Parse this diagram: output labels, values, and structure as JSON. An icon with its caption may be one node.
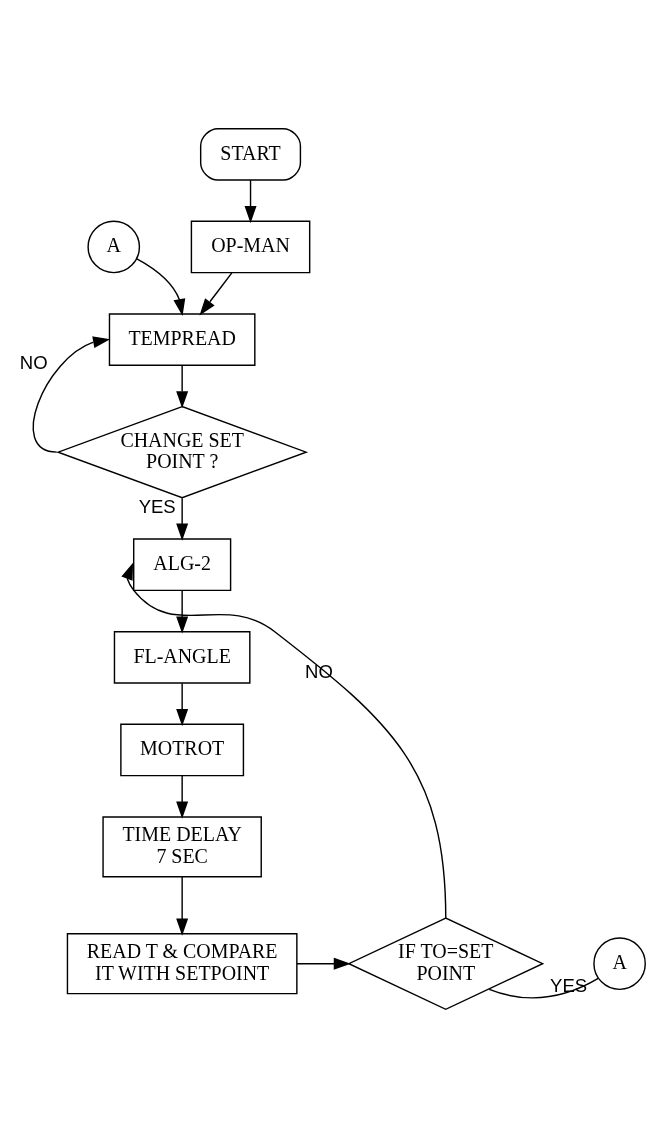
{
  "diagram": {
    "nodes": [
      {
        "text": [
          "START"
        ]
      },
      {
        "text": [
          "OP-MAN"
        ]
      },
      {
        "text": [
          "A"
        ]
      },
      {
        "text": [
          "TEMPREAD"
        ]
      },
      {
        "text": [
          "CHANGE SET POINT ?"
        ]
      },
      {
        "text": [
          "ALG-2"
        ]
      },
      {
        "text": [
          "FL-ANGLE"
        ]
      },
      {
        "text": [
          "MOTROT"
        ]
      },
      {
        "text": [
          "TIME DELAY 7 SEC"
        ]
      },
      {
        "text": [
          "READ T & COMPARE IT WITH SETPOINT"
        ]
      },
      {
        "text": [
          "IF TO=SET POINT"
        ]
      },
      {
        "text": [
          "A"
        ]
      }
    ],
    "edges": [
      {
        "from": 0,
        "to": 1,
        "arrow": "to"
      },
      {
        "from": 1,
        "to": 3,
        "arrow": "to"
      },
      {
        "from": 2,
        "to": 3,
        "arrow": "to"
      },
      {
        "from": 3,
        "to": 4,
        "arrow": "to"
      },
      {
        "from": 4,
        "to": 3,
        "arrow": "to",
        "label": "NO"
      },
      {
        "from": 4,
        "to": 5,
        "arrow": "to",
        "label": "YES"
      },
      {
        "from": 5,
        "to": 6,
        "arrow": "to"
      },
      {
        "from": 6,
        "to": 7,
        "arrow": "to"
      },
      {
        "from": 7,
        "to": 8,
        "arrow": "to"
      },
      {
        "from": 8,
        "to": 9,
        "arrow": "to"
      },
      {
        "from": 9,
        "to": 10,
        "arrow": "to"
      },
      {
        "from": 10,
        "to": 5,
        "arrow": "to",
        "label": "NO"
      },
      {
        "from": 10,
        "to": 11,
        "arrow": "none",
        "label": "YES"
      }
    ]
  }
}
